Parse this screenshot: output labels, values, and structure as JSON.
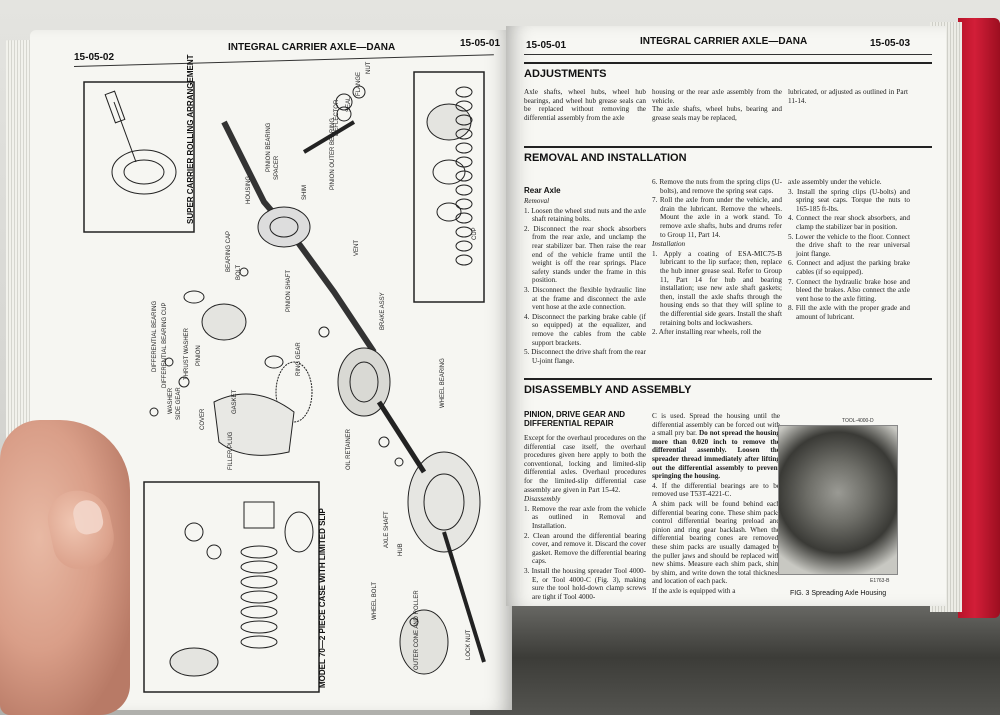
{
  "left_page": {
    "page_number": "15-05-02",
    "running_head": "INTEGRAL CARRIER AXLE—DANA",
    "facing_page_number": "15-05-01",
    "diagram": {
      "title_rolling": "SUPER CARRIER ROLLING ARRANGEMENT",
      "title_model": "MODEL 70—2 PIECE CASE WITH LIMITED SLIP",
      "labels": [
        "DIFFERENTIAL BEARING",
        "DIFFERENTIAL BEARING CUP",
        "BEARING CAP",
        "PINION",
        "SIDE GEAR",
        "WASHER",
        "THRUST WASHER",
        "COVER",
        "GASKET",
        "FILLER PLUG",
        "BOLT",
        "RING GEAR",
        "PINION SHAFT",
        "SHIM",
        "PINION BEARING",
        "BRAKE ASSY",
        "OIL RETAINER",
        "WHEEL BEARING",
        "CUP",
        "HUB",
        "WHEEL BOLT",
        "AXLE SHAFT",
        "OUTER CONE AND ROLLER",
        "LOCK NUT",
        "FLANGE",
        "SEAL",
        "DEFLECTOR",
        "PINION OUTER BEARING",
        "VENT",
        "HOUSING",
        "SPACER",
        "NUT"
      ]
    }
  },
  "right_page": {
    "running_head": "INTEGRAL CARRIER AXLE—DANA",
    "page_number": "15-05-03",
    "adjustments": {
      "heading": "ADJUSTMENTS",
      "col1": "Axle shafts, wheel hubs, wheel hub bearings, and wheel hub grease seals can be replaced without removing the differential assembly from the axle",
      "col2": "housing or the rear axle assembly from the vehicle.\nThe axle shafts, wheel hubs, bearing and grease seals may be replaced,",
      "col3": "lubricated, or adjusted as outlined in Part 11-14."
    },
    "removal": {
      "heading": "REMOVAL AND INSTALLATION",
      "sub": "Rear Axle",
      "removal_label": "Removal",
      "steps_col1": [
        "1. Loosen the wheel stud nuts and the axle shaft retaining bolts.",
        "2. Disconnect the rear shock absorbers from the rear axle, and unclamp the rear stabilizer bar. Then raise the rear end of the vehicle frame until the weight is off the rear springs. Place safety stands under the frame in this position.",
        "3. Disconnect the flexible hydraulic line at the frame and disconnect the axle vent hose at the axle connection.",
        "4. Disconnect the parking brake cable (if so equipped) at the equalizer, and remove the cables from the cable support brackets.",
        "5. Disconnect the drive shaft from the rear U-joint flange."
      ],
      "steps_col2": [
        "6. Remove the nuts from the spring clips (U-bolts), and remove the spring seat caps.",
        "7. Roll the axle from under the vehicle, and drain the lubricant. Remove the wheels. Mount the axle in a work stand. To remove axle shafts, hubs and drums refer to Group 11, Part 14."
      ],
      "installation_label": "Installation",
      "install_col2": [
        "1. Apply a coating of ESA-MIC75-B lubricant to the lip surface; then, replace the hub inner grease seal. Refer to Group 11, Part 14 for hub and bearing installation; use new axle shaft gaskets; then, install the axle shafts through the housing ends so that they will spline to the differential side gears. Install the shaft retaining bolts and lockwashers.",
        "2. After installing rear wheels, roll the"
      ],
      "install_col3_lead": "axle assembly under the vehicle.",
      "install_col3": [
        "3. Install the spring clips (U-bolts) and spring seat caps. Torque the nuts to 165-185 ft-lbs.",
        "4. Connect the rear shock absorbers, and clamp the stabilizer bar in position.",
        "5. Lower the vehicle to the floor. Connect the drive shaft to the rear universal joint flange.",
        "6. Connect and adjust the parking brake cables (if so equipped).",
        "7. Connect the hydraulic brake hose and bleed the brakes. Also connect the axle vent hose to the axle fitting.",
        "8. Fill the axle with the proper grade and amount of lubricant."
      ]
    },
    "disassembly": {
      "heading": "DISASSEMBLY AND ASSEMBLY",
      "sub": "PINION, DRIVE GEAR AND DIFFERENTIAL REPAIR",
      "col1_intro": "Except for the overhaul procedures on the differential case itself, the overhaul procedures given here apply to both the conventional, locking and limited-slip differential axles. Overhaul procedures for the limited-slip differential case assembly are given in Part 15-42.",
      "disassembly_label": "Disassembly",
      "col1_steps": [
        "1. Remove the rear axle from the vehicle as outlined in Removal and Installation.",
        "2. Clean around the differential bearing cover, and remove it. Discard the cover gasket. Remove the differential bearing caps.",
        "3. Install the housing spreader Tool 4000-E, or Tool 4000-C (Fig. 3), making sure the tool hold-down clamp screws are tight if Tool 4000-"
      ],
      "col2_p1": "C is used. Spread the housing until the differential assembly can be forced out with a small pry bar.",
      "col2_bold": "Do not spread the housing more than 0.020 inch to remove the differential assembly. Loosen the spreader thread immediately after lifting out the differential assembly to prevent springing the housing.",
      "col2_step4": "4. If the differential bearings are to be removed use T53T-4221-C.",
      "col2_p2": "A shim pack will be found behind each differential bearing cone. These shim packs control differential bearing preload and pinion and ring gear backlash. When the differential bearing cones are removed, these shim packs are usually damaged by the puller jaws and should be replaced with new shims. Measure each shim pack, shim by shim, and write down the total thickness and location of each pack.",
      "col2_p3": "If the axle is equipped with a"
    },
    "figure": {
      "tool_label": "TOOL-4000-D",
      "code": "E1763-B",
      "caption": "FIG. 3  Spreading Axle Housing"
    }
  },
  "colors": {
    "paper": "#f6f6f2",
    "ink": "#1a1a1a",
    "cover_red": "#c8182e"
  }
}
